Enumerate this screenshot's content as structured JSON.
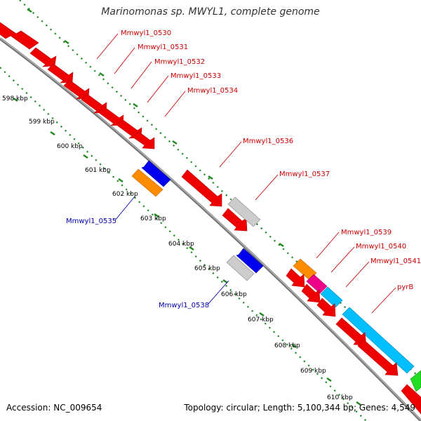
{
  "title": "Marinomonas sp. MWYL1, complete genome",
  "footer": {
    "accession": "Accession: NC_009654",
    "summary": "Topology: circular; Length: 5,100,344 bp; Genes: 4,549"
  },
  "colors": {
    "top_strand_label": "#cc0000",
    "bottom_strand_label": "#0000aa",
    "backbone": "#888888",
    "tick_lines": "#228822"
  },
  "ticks": [
    "598 kbp",
    "599 kbp",
    "600 kbp",
    "601 kbp",
    "602 kbp",
    "603 kbp",
    "604 kbp",
    "605 kbp",
    "606 kbp",
    "607 kbp",
    "608 kbp",
    "609 kbp",
    "610 kbp"
  ],
  "labels": [
    {
      "text": "Mmwyl1_0530",
      "strand": "top"
    },
    {
      "text": "Mmwyl1_0531",
      "strand": "top"
    },
    {
      "text": "Mmwyl1_0532",
      "strand": "top"
    },
    {
      "text": "Mmwyl1_0533",
      "strand": "top"
    },
    {
      "text": "Mmwyl1_0534",
      "strand": "top"
    },
    {
      "text": "Mmwyl1_0536",
      "strand": "top"
    },
    {
      "text": "Mmwyl1_0537",
      "strand": "top"
    },
    {
      "text": "Mmwyl1_0539",
      "strand": "top"
    },
    {
      "text": "Mmwyl1_0540",
      "strand": "top"
    },
    {
      "text": "Mmwyl1_0541",
      "strand": "top"
    },
    {
      "text": "pyrB",
      "strand": "top"
    },
    {
      "text": "Mmwyl1_0535",
      "strand": "bottom"
    },
    {
      "text": "Mmwyl1_0538",
      "strand": "bottom"
    }
  ]
}
